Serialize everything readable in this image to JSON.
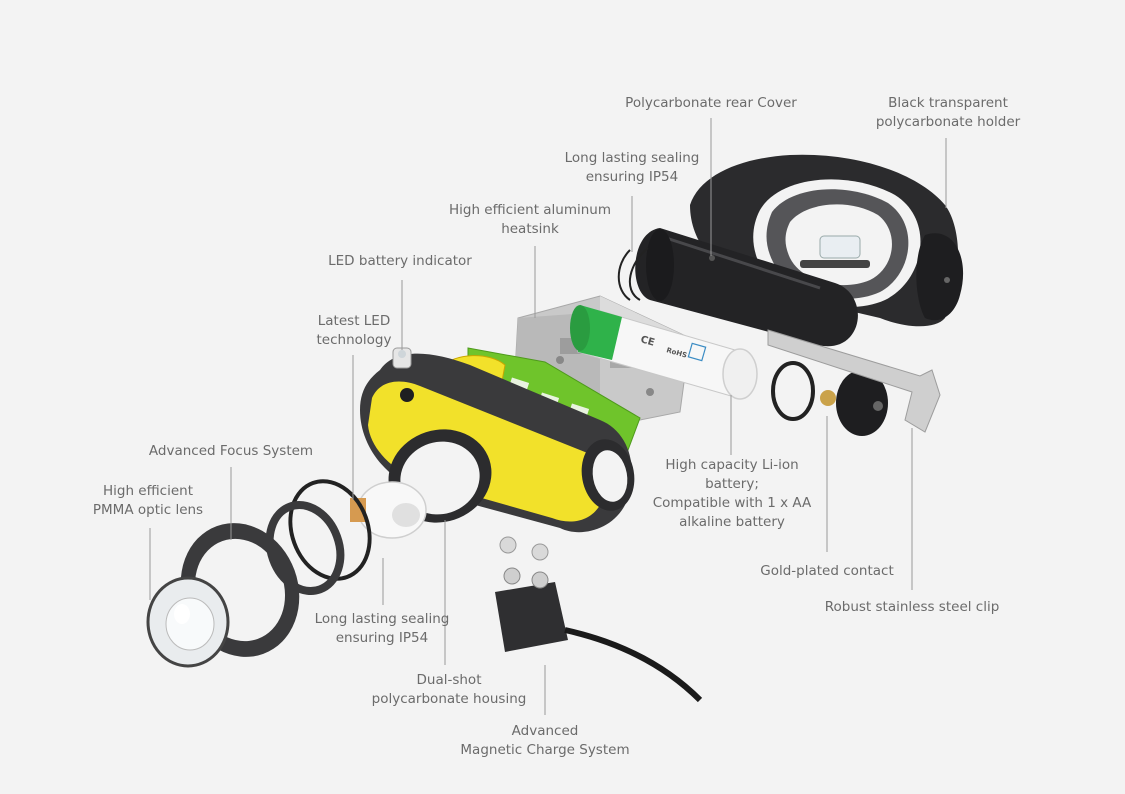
{
  "colors": {
    "background": "#f3f3f3",
    "label": "#6b6b6b",
    "leader": "#9a9a9a",
    "housing_yellow": "#f2e12a",
    "dark_grey": "#3a3a3c",
    "board_green": "#6fc42b",
    "heatsink_grey": "#c9c9c9",
    "battery_white": "#f7f7f7",
    "battery_green": "#2fb24a"
  },
  "labels": {
    "rear_cover": [
      "Polycarbonate rear Cover"
    ],
    "holder": [
      "Black transparent",
      "polycarbonate holder"
    ],
    "sealing_top": [
      "Long lasting sealing",
      "ensuring IP54"
    ],
    "heatsink": [
      "High efficient aluminum",
      "heatsink"
    ],
    "battery_indicator": [
      "LED battery indicator"
    ],
    "led": [
      "Latest LED",
      "technology"
    ],
    "focus": [
      "Advanced Focus System"
    ],
    "lens": [
      "High efficient",
      "PMMA optic lens"
    ],
    "battery": [
      "High capacity Li-ion",
      "battery;",
      "Compatible with 1 x AA",
      "alkaline battery"
    ],
    "gold": [
      "Gold-plated contact"
    ],
    "clip": [
      "Robust stainless steel clip"
    ],
    "sealing_bottom": [
      "Long lasting sealing",
      "ensuring IP54"
    ],
    "housing": [
      "Dual-shot",
      "polycarbonate housing"
    ],
    "charge": [
      "Advanced",
      "Magnetic Charge System"
    ]
  },
  "battery_marks": [
    "CE",
    "RoHS"
  ]
}
